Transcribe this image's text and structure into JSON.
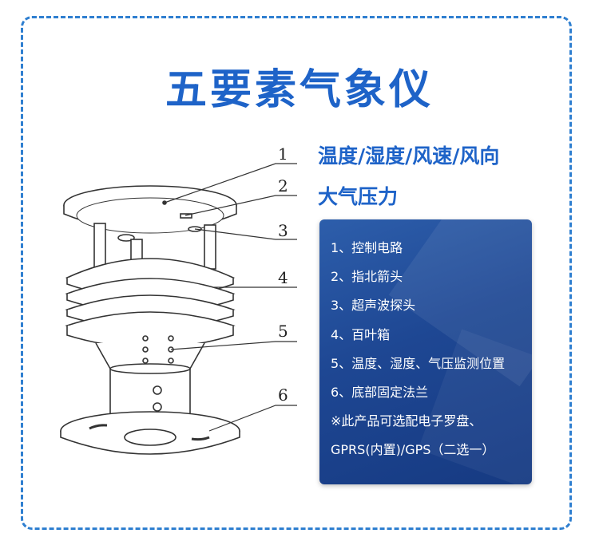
{
  "title": "五要素气象仪",
  "features": {
    "line1": "温度/湿度/风速/风向",
    "line2": "大气压力"
  },
  "legend_items": [
    "1、控制电路",
    "2、指北箭头",
    "3、超声波探头",
    "4、百叶箱",
    "5、温度、湿度、气压监测位置",
    "6、底部固定法兰",
    "※此产品可选配电子罗盘、",
    "GPRS(内置)/GPS（二选一）"
  ],
  "callout_numbers": [
    "1",
    "2",
    "3",
    "4",
    "5",
    "6"
  ],
  "colors": {
    "accent": "#1e63c8",
    "frame": "#2f7fd0",
    "panel": "#1e4793"
  }
}
